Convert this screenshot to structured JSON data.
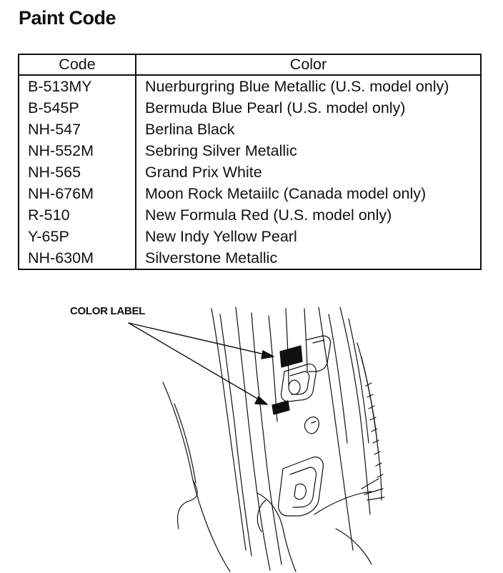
{
  "title": "Paint Code",
  "table": {
    "headers": {
      "code": "Code",
      "color": "Color"
    },
    "rows": [
      {
        "code": "B-513MY",
        "color": "Nuerburgring Blue Metallic (U.S. model only)"
      },
      {
        "code": "B-545P",
        "color": "Bermuda Blue Pearl (U.S. model only)"
      },
      {
        "code": "NH-547",
        "color": "Berlina Black"
      },
      {
        "code": "NH-552M",
        "color": "Sebring Silver Metallic"
      },
      {
        "code": "NH-565",
        "color": "Grand Prix White"
      },
      {
        "code": "NH-676M",
        "color": "Moon Rock Metaiilc (Canada model only)"
      },
      {
        "code": "R-510",
        "color": "New Formula Red (U.S. model only)"
      },
      {
        "code": "Y-65P",
        "color": "New Indy Yellow Pearl"
      },
      {
        "code": "NH-630M",
        "color": "Silverstone Metallic"
      }
    ]
  },
  "figure": {
    "label": "COLOR LABEL"
  }
}
